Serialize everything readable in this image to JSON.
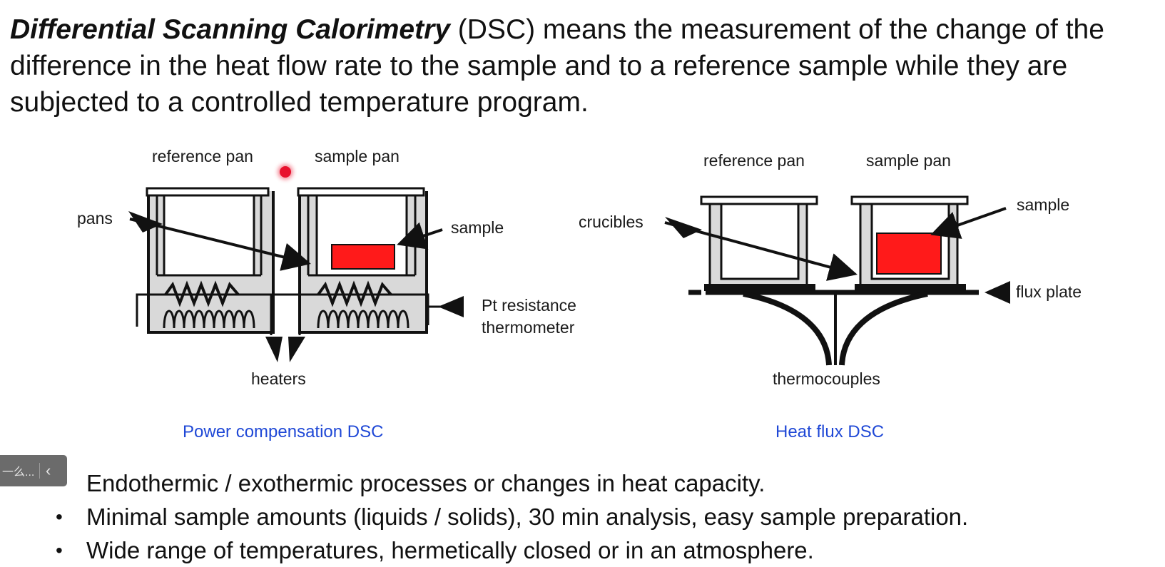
{
  "intro": {
    "term": "Differential Scanning Calorimetry",
    "rest": " (DSC) means the measurement of the change of the difference in the heat flow rate to the sample and to a reference sample while they are subjected to a controlled temperature program."
  },
  "power_dsc": {
    "reference_pan": "reference pan",
    "sample_pan": "sample pan",
    "pans": "pans",
    "sample": "sample",
    "pt_line1": "Pt resistance",
    "pt_line2": "thermometer",
    "heaters": "heaters",
    "caption": "Power compensation DSC"
  },
  "heat_flux_dsc": {
    "reference_pan": "reference pan",
    "sample_pan": "sample pan",
    "crucibles": "crucibles",
    "sample": "sample",
    "flux_plate": "flux plate",
    "thermocouples": "thermocouples",
    "caption": "Heat flux DSC"
  },
  "bullets": [
    "Endothermic / exothermic processes or changes in heat capacity.",
    "Minimal sample amounts (liquids / solids), 30 min analysis, easy sample preparation.",
    "Wide range of temperatures, hermetically closed or in an atmosphere."
  ],
  "toolbar": {
    "text": "一么...",
    "icon": "chevron-left-icon"
  },
  "colors": {
    "sample_fill": "#ff1a1a",
    "caption": "#1f48d6",
    "pan_gray": "#d9d9d9",
    "laser": "#e8112d"
  }
}
